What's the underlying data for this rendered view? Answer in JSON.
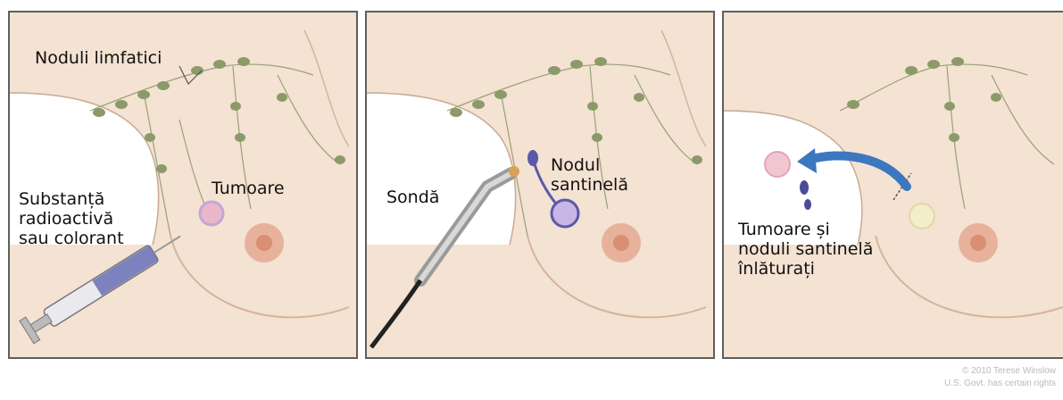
{
  "panels": [
    {
      "labels": {
        "lymph_nodes": "Noduli limfatici",
        "tumor": "Tumoare",
        "substance": "Substanță\nradioactivă\nsau colorant"
      }
    },
    {
      "labels": {
        "probe": "Sondă",
        "sentinel_node": "Nodul\nsantinelă"
      }
    },
    {
      "labels": {
        "removed": "Tumoare și\nnoduli santinelă\nînlăturați"
      }
    }
  ],
  "credit": {
    "line1": "© 2010 Terese Winslow",
    "line2": "U.S. Govt. has certain rights"
  },
  "colors": {
    "skin": "#f4e2d2",
    "skin_shadow": "#e8c9b1",
    "node": "#8c9a6a",
    "nipple": "#d88f73",
    "tumor": "#e9b8c8",
    "dye": "#5a5aa8",
    "arrow": "#3b78c0"
  }
}
